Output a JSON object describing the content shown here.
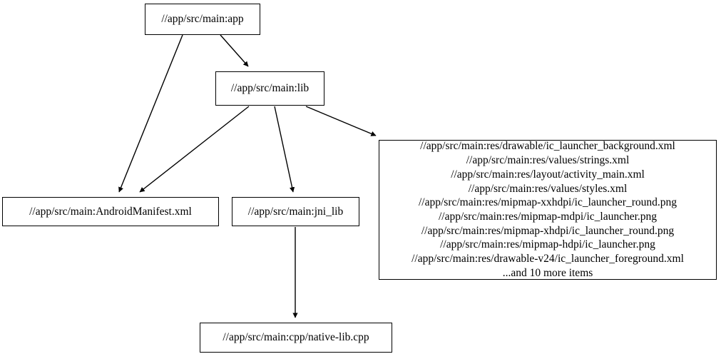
{
  "graph": {
    "type": "directed-dependency-graph",
    "background_color": "#ffffff",
    "node_fill": "#ffffff",
    "node_border_color": "#000000",
    "edge_color": "#000000",
    "nodes": [
      {
        "id": "app",
        "label": "//app/src/main:app"
      },
      {
        "id": "lib",
        "label": "//app/src/main:lib"
      },
      {
        "id": "manifest",
        "label": "//app/src/main:AndroidManifest.xml"
      },
      {
        "id": "jni",
        "label": "//app/src/main:jni_lib"
      },
      {
        "id": "cpp",
        "label": "//app/src/main:cpp/native-lib.cpp"
      },
      {
        "id": "res",
        "label": "//app/src/main:res/drawable/ic_launcher_background.xml\n//app/src/main:res/values/strings.xml\n//app/src/main:res/layout/activity_main.xml\n//app/src/main:res/values/styles.xml\n//app/src/main:res/mipmap-xxhdpi/ic_launcher_round.png\n//app/src/main:res/mipmap-mdpi/ic_launcher.png\n//app/src/main:res/mipmap-xhdpi/ic_launcher_round.png\n//app/src/main:res/mipmap-hdpi/ic_launcher.png\n//app/src/main:res/drawable-v24/ic_launcher_foreground.xml\n...and 10 more items",
        "lines": [
          "//app/src/main:res/drawable/ic_launcher_background.xml",
          "//app/src/main:res/values/strings.xml",
          "//app/src/main:res/layout/activity_main.xml",
          "//app/src/main:res/values/styles.xml",
          "//app/src/main:res/mipmap-xxhdpi/ic_launcher_round.png",
          "//app/src/main:res/mipmap-mdpi/ic_launcher.png",
          "//app/src/main:res/mipmap-xhdpi/ic_launcher_round.png",
          "//app/src/main:res/mipmap-hdpi/ic_launcher.png",
          "//app/src/main:res/drawable-v24/ic_launcher_foreground.xml",
          "...and 10 more items"
        ],
        "overflow_note": "...and 10 more items",
        "overflow_count": 10
      }
    ],
    "edges": [
      {
        "from": "app",
        "to": "manifest"
      },
      {
        "from": "app",
        "to": "lib"
      },
      {
        "from": "lib",
        "to": "manifest"
      },
      {
        "from": "lib",
        "to": "jni"
      },
      {
        "from": "lib",
        "to": "res"
      },
      {
        "from": "jni",
        "to": "cpp"
      }
    ]
  }
}
